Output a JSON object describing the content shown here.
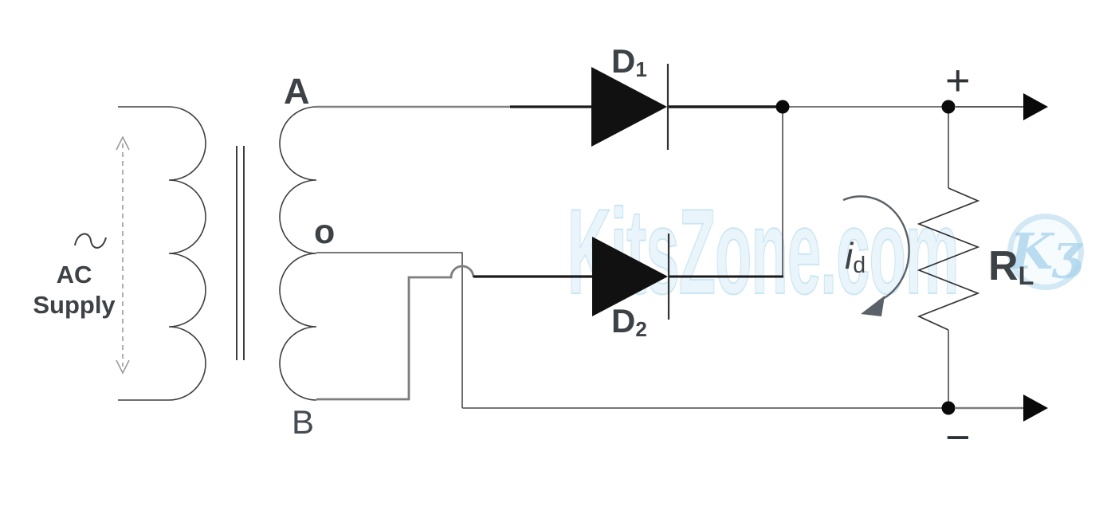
{
  "diagram": {
    "type": "circuit-schematic",
    "subject": "Full-wave rectifier with center-tapped transformer"
  },
  "labels": {
    "ac_supply_line1": "AC",
    "ac_supply_line2": "Supply",
    "terminal_a": "A",
    "center_tap": "o",
    "terminal_b": "B",
    "diode1": {
      "main": "D",
      "sub": "1"
    },
    "diode2": {
      "main": "D",
      "sub": "2"
    },
    "diode_current": {
      "main": "i",
      "sub": "d"
    },
    "load_resistor": {
      "main": "R",
      "sub": "L"
    },
    "output_positive": "+",
    "output_negative": "−"
  },
  "watermark": {
    "text": "KitsZone.com",
    "logo": "Kʒ",
    "color": "#dceef7"
  },
  "colors": {
    "label_text": "#3d4247",
    "wire_gray": "#808080",
    "wire_black": "#1a1a1a",
    "wire_thin": "#4a4a4a",
    "coil_line": "#3f3f3f",
    "dashed_arrow": "#9a9a9a",
    "current_arrow": "#5b6168",
    "watermark_blue": "#dceef7"
  }
}
